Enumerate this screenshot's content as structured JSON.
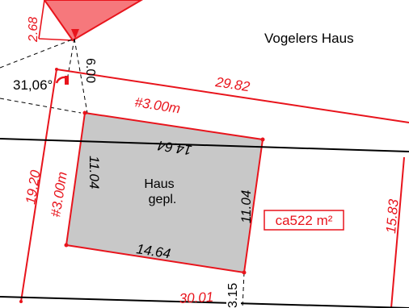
{
  "colors": {
    "boundary": "#e8141c",
    "boundary_fill": "#f6787c",
    "building_fill": "#c8c8c8",
    "ink": "#000000",
    "paper": "#ffffff"
  },
  "labels": {
    "title": "Vogelers Haus",
    "house_line1": "Haus",
    "house_line2": "gepl.",
    "area": "ca522 m²",
    "angle": "31,06°"
  },
  "dimensions": {
    "neighbor_edge": "2.68",
    "offset_top": "6.00",
    "boundary_top": "29.82",
    "setback_top": "#3.00m",
    "house_top": "14.64",
    "house_left": "11.04",
    "house_right": "11.04",
    "house_bottom": "14.64",
    "boundary_left": "19.20",
    "setback_left": "#3.00m",
    "boundary_right": "15.83",
    "boundary_bottom": "30.01",
    "offset_bottom": "3.15"
  }
}
